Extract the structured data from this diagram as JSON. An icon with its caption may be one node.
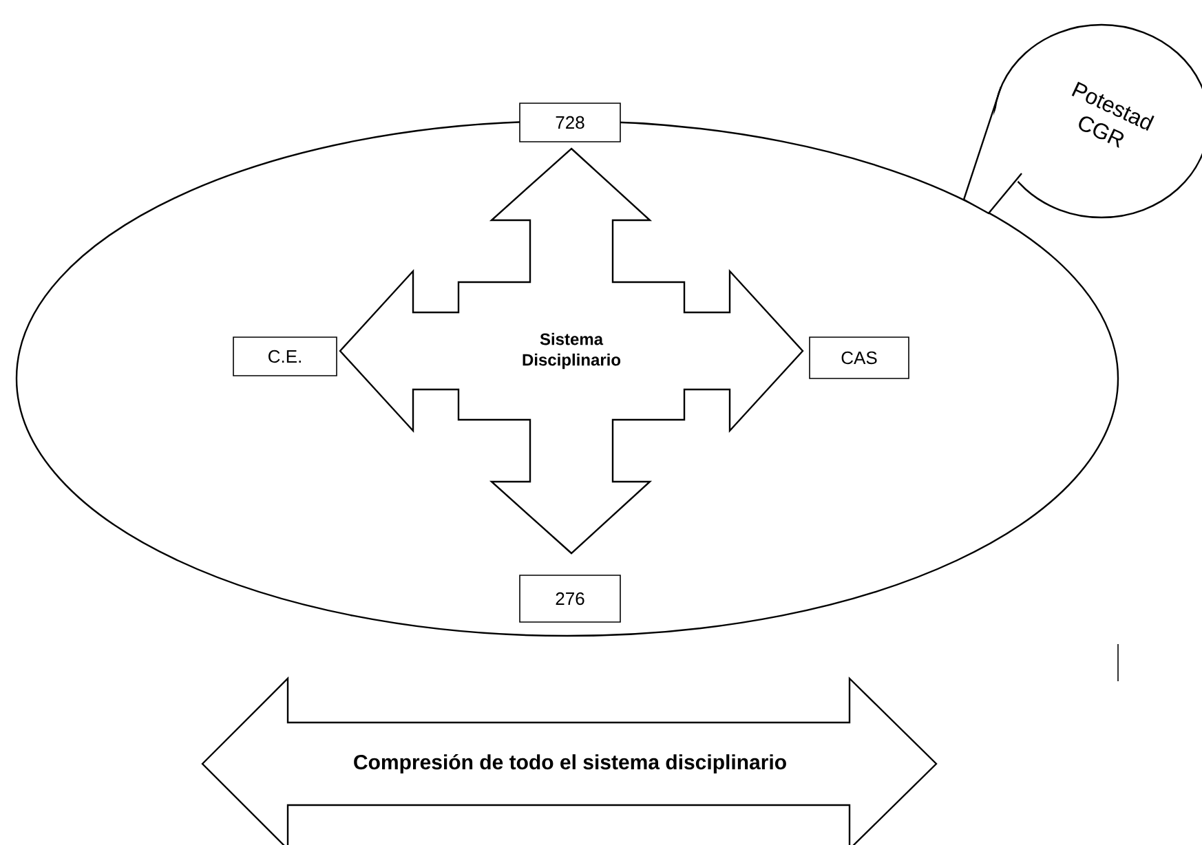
{
  "diagram": {
    "nodes": [
      {
        "text": [],
        "shape": "ellipse"
      },
      {
        "text": [
          "Sistema Disciplinario"
        ],
        "in": 0
      },
      {
        "text": [
          "728"
        ]
      },
      {
        "text": [
          "C.E."
        ],
        "in": 0
      },
      {
        "text": [
          "CAS"
        ],
        "in": 0
      },
      {
        "text": [
          "276"
        ],
        "in": 0
      },
      {
        "text": [
          "Potestad CGR"
        ]
      },
      {
        "text": [
          "Compresión de todo el sistema disciplinario"
        ]
      }
    ]
  }
}
